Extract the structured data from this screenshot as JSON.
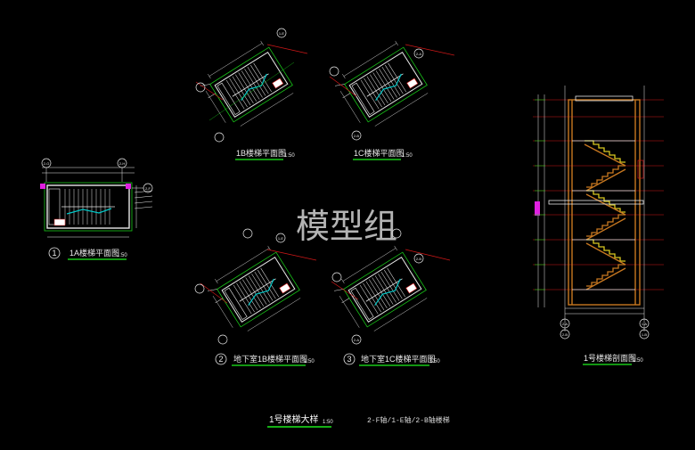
{
  "watermark": "模型组",
  "colors": {
    "background": "#000000",
    "white_lines": "#e8e8e8",
    "green": "#18c818",
    "red": "#d01818",
    "cyan": "#00c8c8",
    "orange": "#c87820",
    "magenta": "#e020e0",
    "yellow": "#d8c820"
  },
  "views": {
    "v1a": {
      "number": "1",
      "title": "1A楼梯平面图",
      "scale": "1:50"
    },
    "v1b": {
      "title": "1B楼梯平面图",
      "scale": "1:50"
    },
    "v1c": {
      "title": "1C楼梯平面图",
      "scale": "1:50"
    },
    "v2": {
      "number": "2",
      "title": "地下室1B楼梯平面图",
      "scale": "1:50"
    },
    "v3": {
      "number": "3",
      "title": "地下室1C楼梯平面图",
      "scale": "1:50"
    },
    "section": {
      "title": "1号楼梯剖面图",
      "scale": "1:50"
    }
  },
  "sheet": {
    "title": "1号楼梯大样",
    "scale": "1:50",
    "axes_note": "2-F轴/1-E轴/2-B轴楼梯"
  },
  "section_levels": [
    "",
    "",
    "",
    "",
    "",
    "",
    "",
    "",
    ""
  ],
  "axis_bubbles": {
    "v1a": [
      "2-G",
      "2-H",
      "2-F"
    ],
    "v1b": [
      "1-E",
      "",
      ""
    ],
    "v1c": [
      "",
      "2-A",
      "2-B"
    ],
    "v2": [
      "1-E",
      "",
      ""
    ],
    "v3": [
      "",
      "2-B",
      "2-A"
    ],
    "section": [
      "2-A",
      "2-B",
      "1-A",
      "1-B"
    ]
  }
}
